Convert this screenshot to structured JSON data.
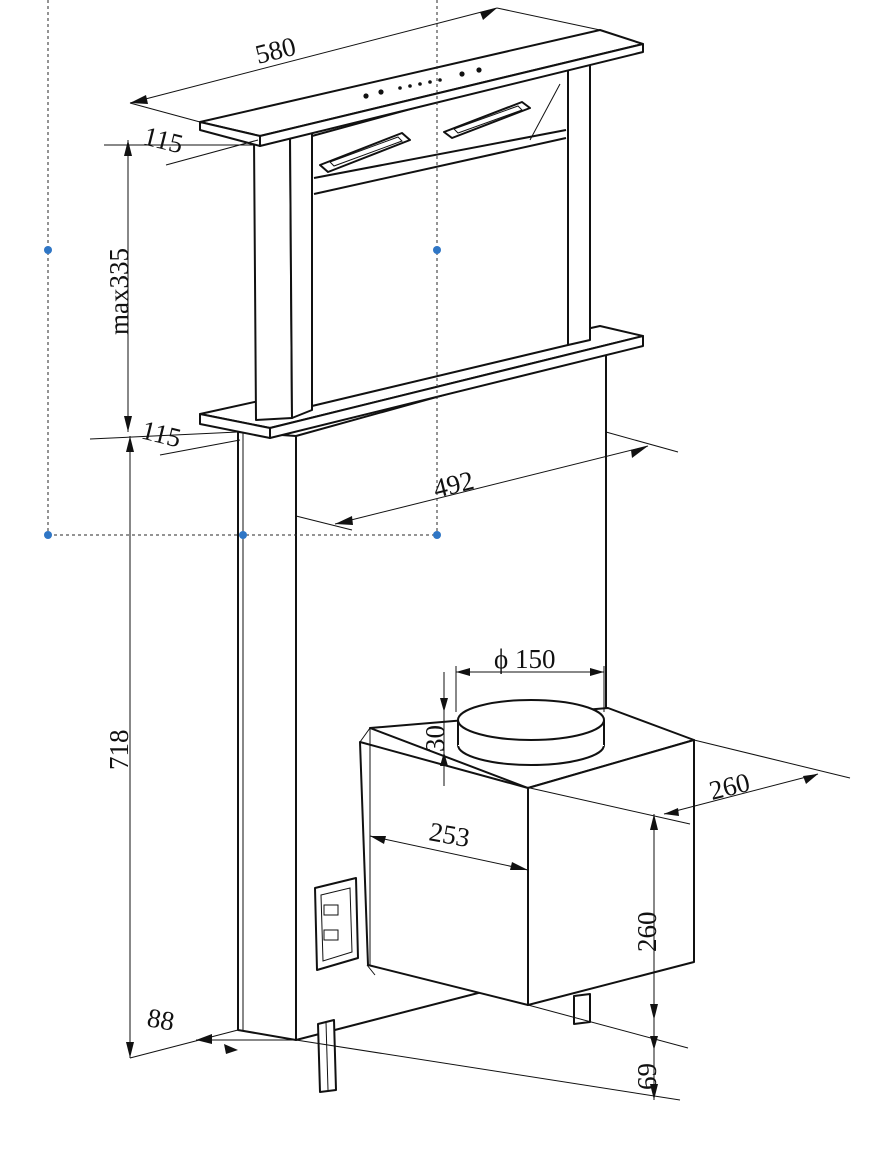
{
  "dimensions": {
    "top_width": "580",
    "top_depth": "115",
    "max_height": "max335",
    "mid_depth": "115",
    "body_width": "492",
    "total_height": "718",
    "duct_diameter": "ϕ 150",
    "collar_height": "30",
    "motor_depth": "260",
    "motor_width": "253",
    "motor_height": "260",
    "bottom_depth": "88",
    "foot_height": "69"
  },
  "colors": {
    "line": "#111111",
    "selection_handle": "#2f76c5",
    "background": "#ffffff"
  }
}
